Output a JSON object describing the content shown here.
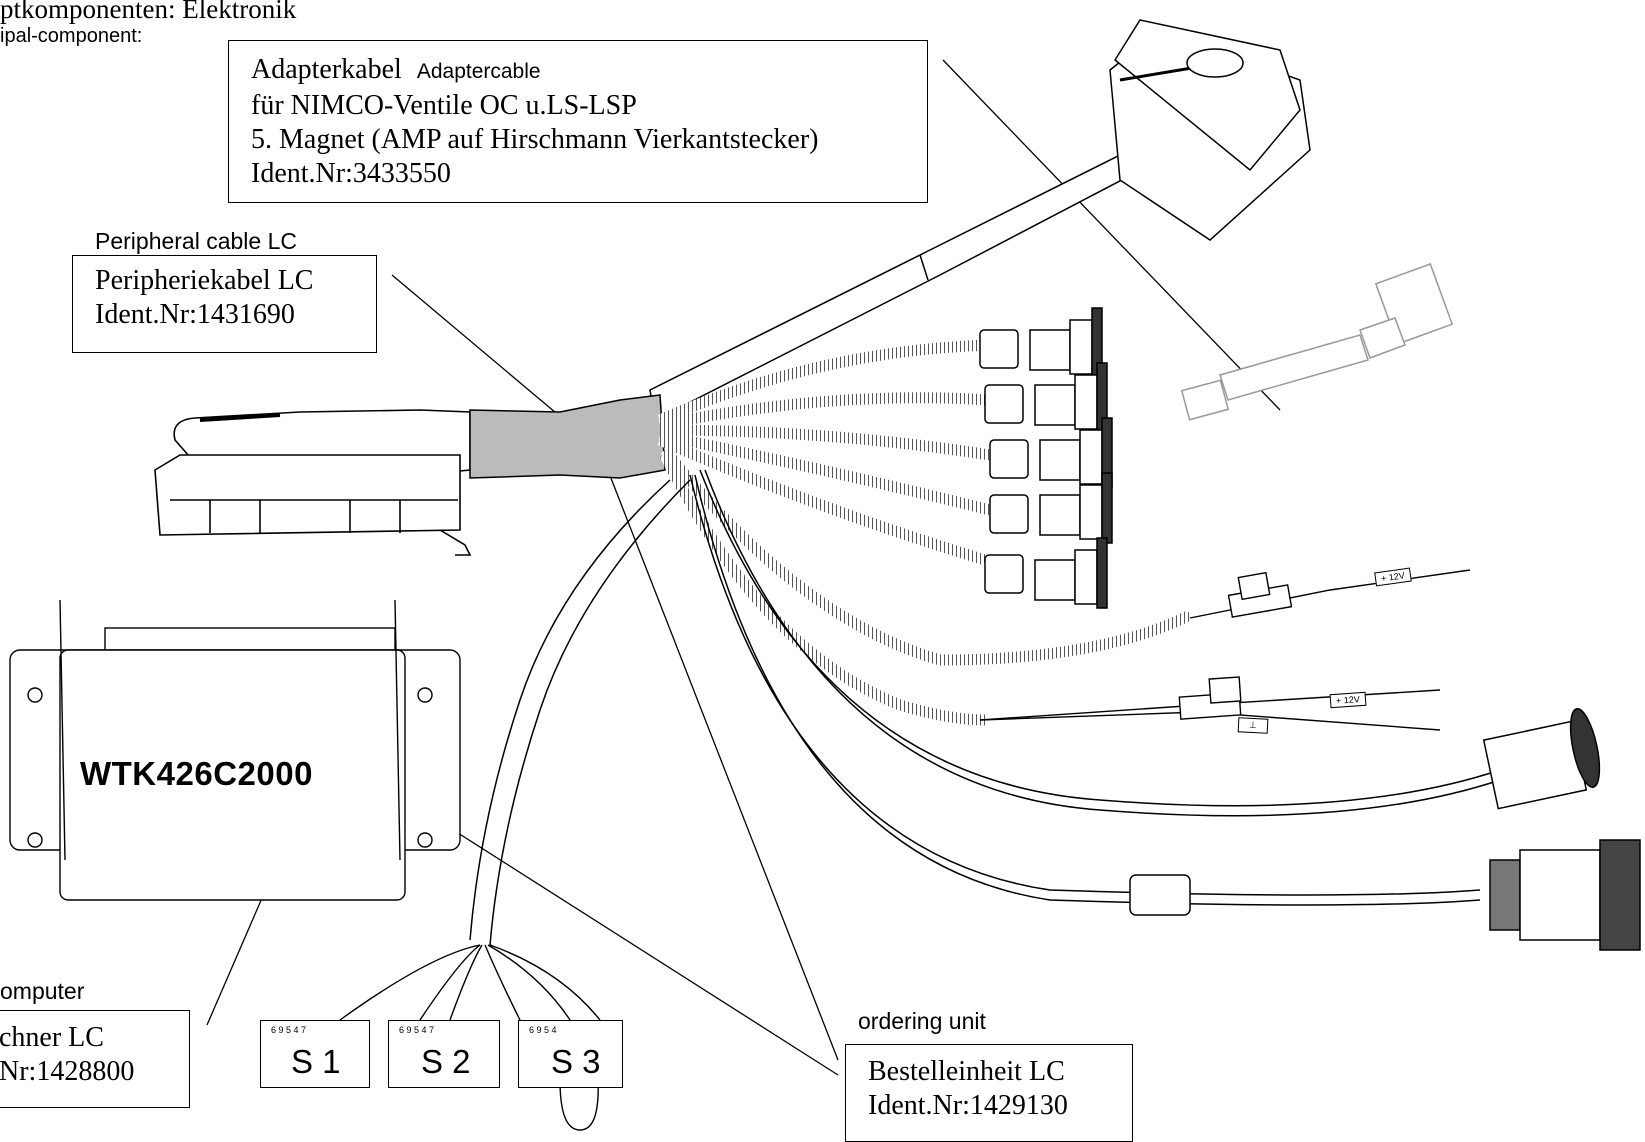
{
  "header": {
    "line1": "ptkomponenten: Elektronik",
    "line2": "ipal-component:"
  },
  "adapter_box": {
    "title_de": "Adapterkabel",
    "title_en": "Adaptercable",
    "line2": "für NIMCO-Ventile OC u.LS-LSP",
    "line3": "5. Magnet (AMP auf Hirschmann Vierkantstecker)",
    "ident": "Ident.Nr:3433550"
  },
  "peripheral": {
    "caption_en": "Peripheral cable LC",
    "name_de": "Peripheriekabel LC",
    "ident": "Ident.Nr:1431690"
  },
  "computer_unit": {
    "model": "WTK426C2000"
  },
  "rechner": {
    "caption_en": "omputer",
    "name_de": "chner LC",
    "ident": "Nr:1428800"
  },
  "ordering": {
    "caption_en": "ordering unit",
    "name_de": "Bestelleinheit LC",
    "ident": "Ident.Nr:1429130"
  },
  "sensor_plugs": [
    {
      "label": "S 1",
      "pins": "6 9 5 4 7"
    },
    {
      "label": "S 2",
      "pins": "6 9 5 4 7"
    },
    {
      "label": "S 3",
      "pins": "6 9 5 4"
    }
  ],
  "cable_tags": {
    "plus12_a": "+ 12V",
    "plus12_b": "+ 12V",
    "ground": "⊥"
  }
}
